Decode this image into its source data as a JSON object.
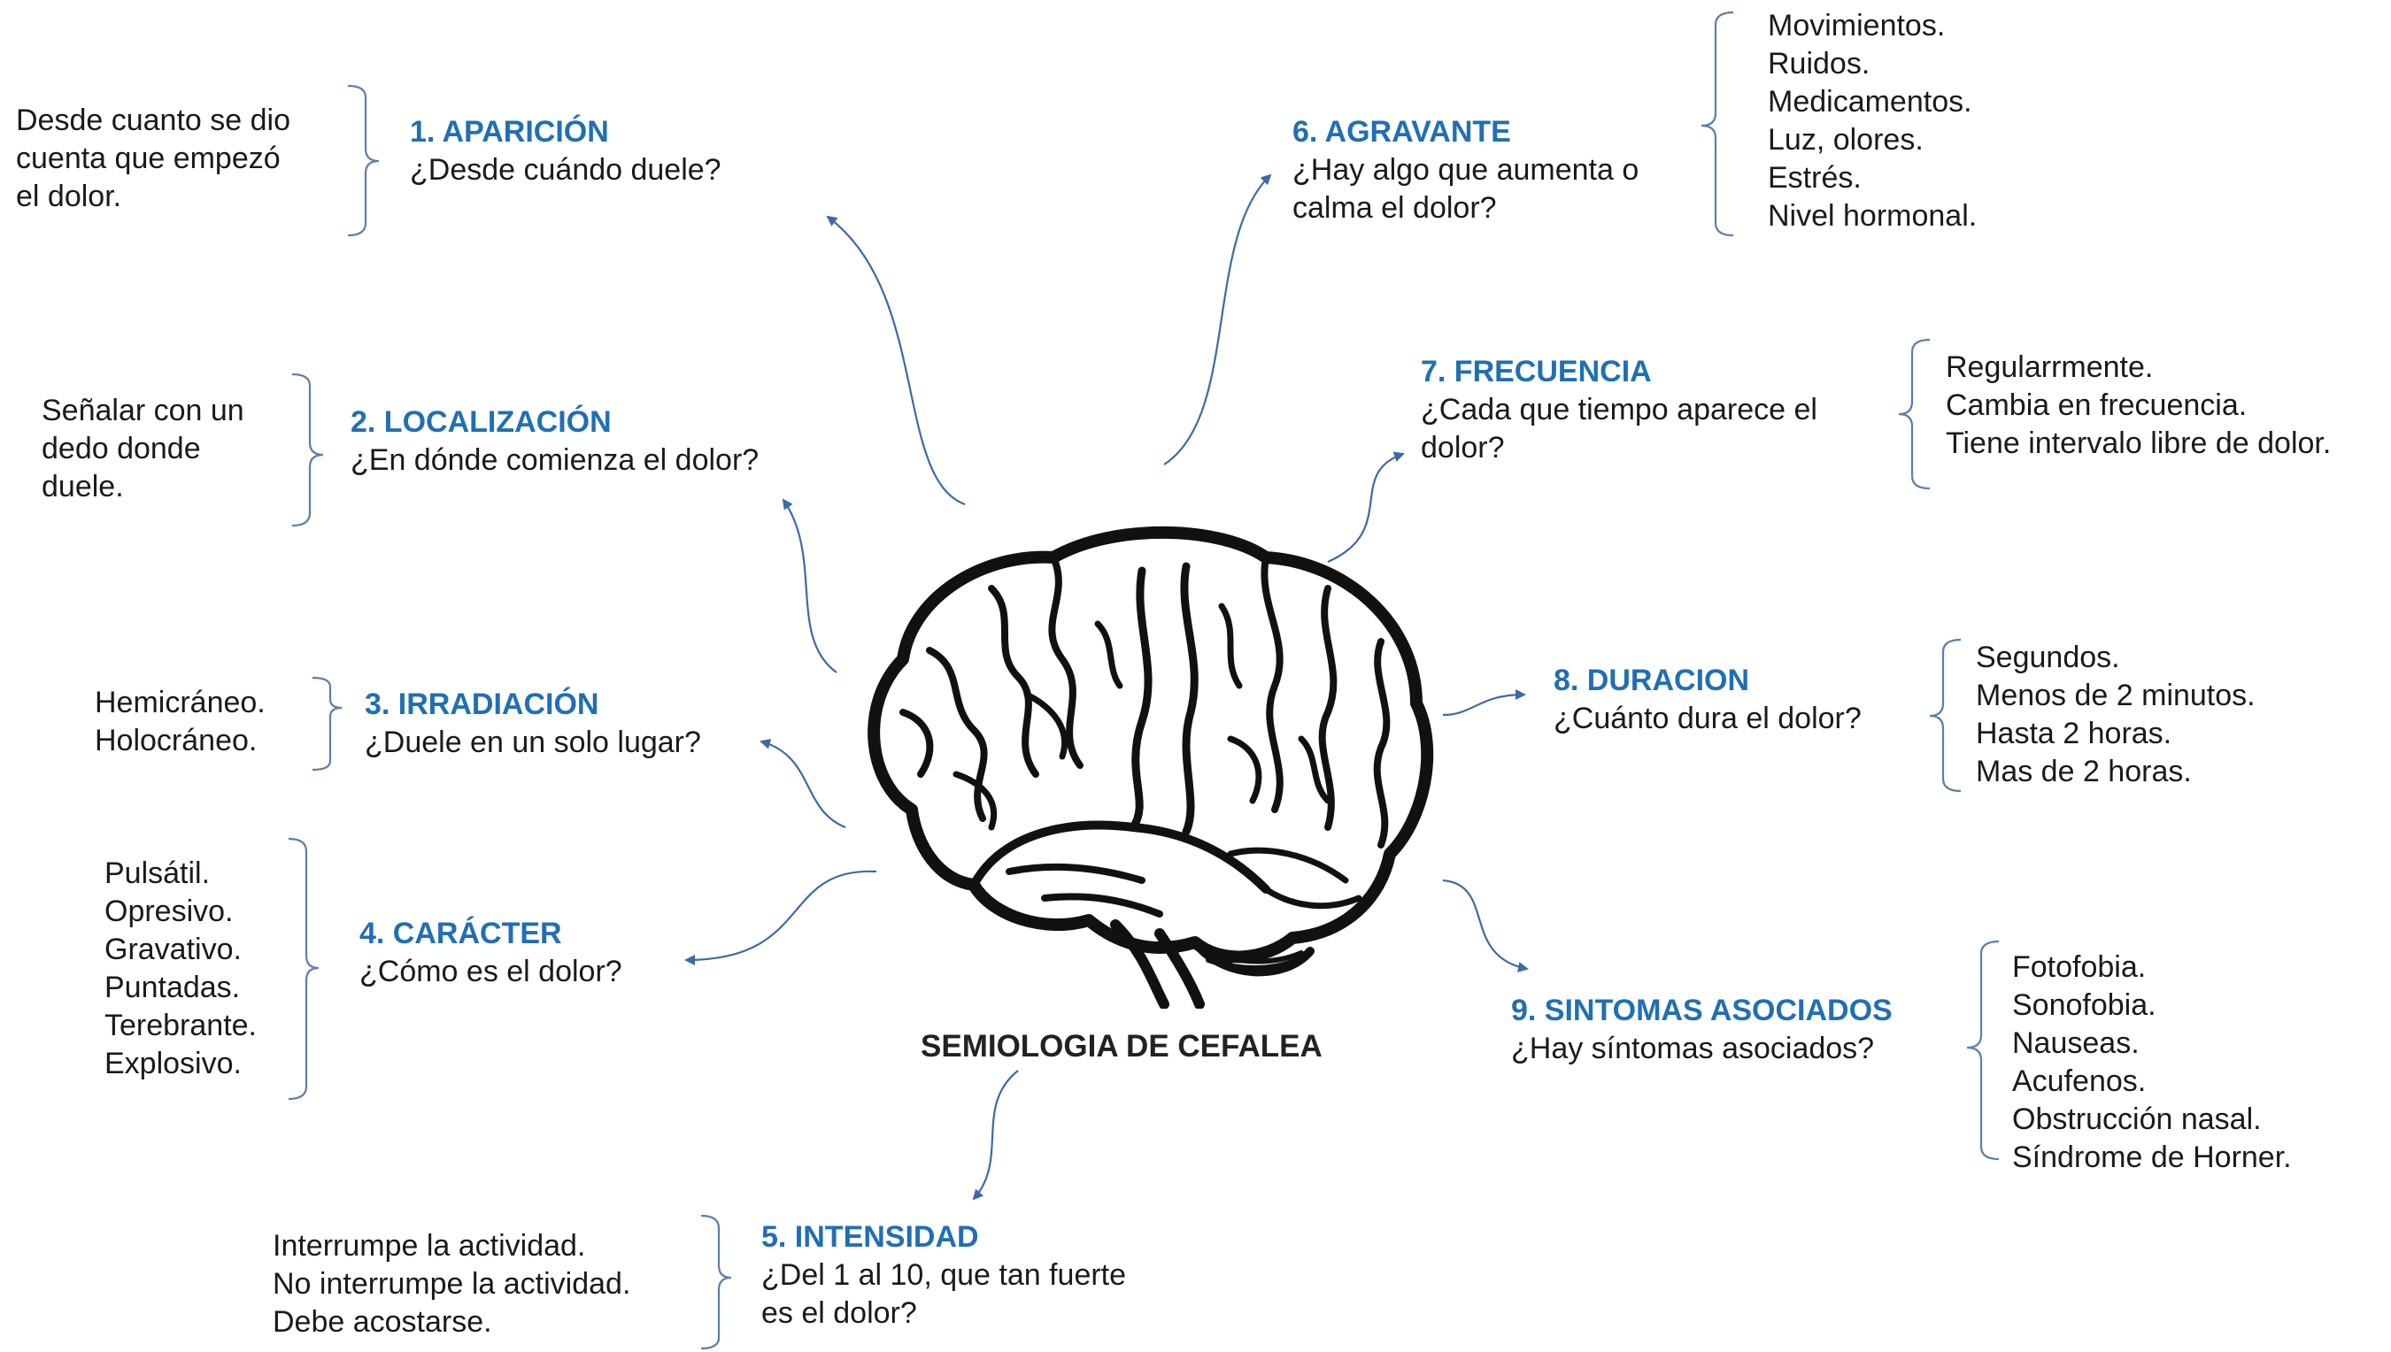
{
  "center": {
    "title": "SEMIOLOGIA DE CEFALEA",
    "image": "brain-illustration"
  },
  "colors": {
    "heading": "#1f6fb5",
    "connector": "#3b6aa8",
    "bracket": "#5b7fa8"
  },
  "nodes": {
    "aparicion": {
      "title": "1. APARICIÓN",
      "question": "¿Desde cuándo duele?",
      "details": [
        "Desde cuanto se dio",
        "cuenta que empezó",
        "el dolor."
      ]
    },
    "localizacion": {
      "title": "2. LOCALIZACIÓN",
      "question": "¿En dónde comienza el dolor?",
      "details": [
        "Señalar con un",
        "dedo donde",
        "duele."
      ]
    },
    "irradiacion": {
      "title": "3. IRRADIACIÓN",
      "question": "¿Duele en un solo lugar?",
      "details": [
        "Hemicráneo.",
        "Holocráneo."
      ]
    },
    "caracter": {
      "title": "4. CARÁCTER",
      "question": "¿Cómo es el dolor?",
      "details": [
        "Pulsátil.",
        "Opresivo.",
        "Gravativo.",
        "Puntadas.",
        "Terebrante.",
        "Explosivo."
      ]
    },
    "intensidad": {
      "title": "5. INTENSIDAD",
      "question": [
        "¿Del 1 al 10, que tan fuerte",
        "es el dolor?"
      ],
      "details": [
        "Interrumpe la actividad.",
        "No interrumpe la actividad.",
        "Debe acostarse."
      ]
    },
    "agravante": {
      "title": "6. AGRAVANTE",
      "question": [
        "¿Hay algo que aumenta o",
        "calma el dolor?"
      ],
      "details": [
        "Movimientos.",
        "Ruidos.",
        "Medicamentos.",
        "Luz, olores.",
        "Estrés.",
        "Nivel hormonal."
      ]
    },
    "frecuencia": {
      "title": "7. FRECUENCIA",
      "question": [
        "¿Cada que tiempo aparece el",
        "dolor?"
      ],
      "details": [
        "Regularrmente.",
        "Cambia en frecuencia.",
        "Tiene intervalo libre de dolor."
      ]
    },
    "duracion": {
      "title": "8. DURACION",
      "question": "¿Cuánto dura el dolor?",
      "details": [
        "Segundos.",
        "Menos de 2 minutos.",
        "Hasta 2 horas.",
        "Mas de 2 horas."
      ]
    },
    "sintomas": {
      "title": "9. SINTOMAS ASOCIADOS",
      "question": "¿Hay síntomas asociados?",
      "details": [
        "Fotofobia.",
        "Sonofobia.",
        "Nauseas.",
        "Acufenos.",
        "Obstrucción nasal.",
        "Síndrome de Horner."
      ]
    }
  }
}
